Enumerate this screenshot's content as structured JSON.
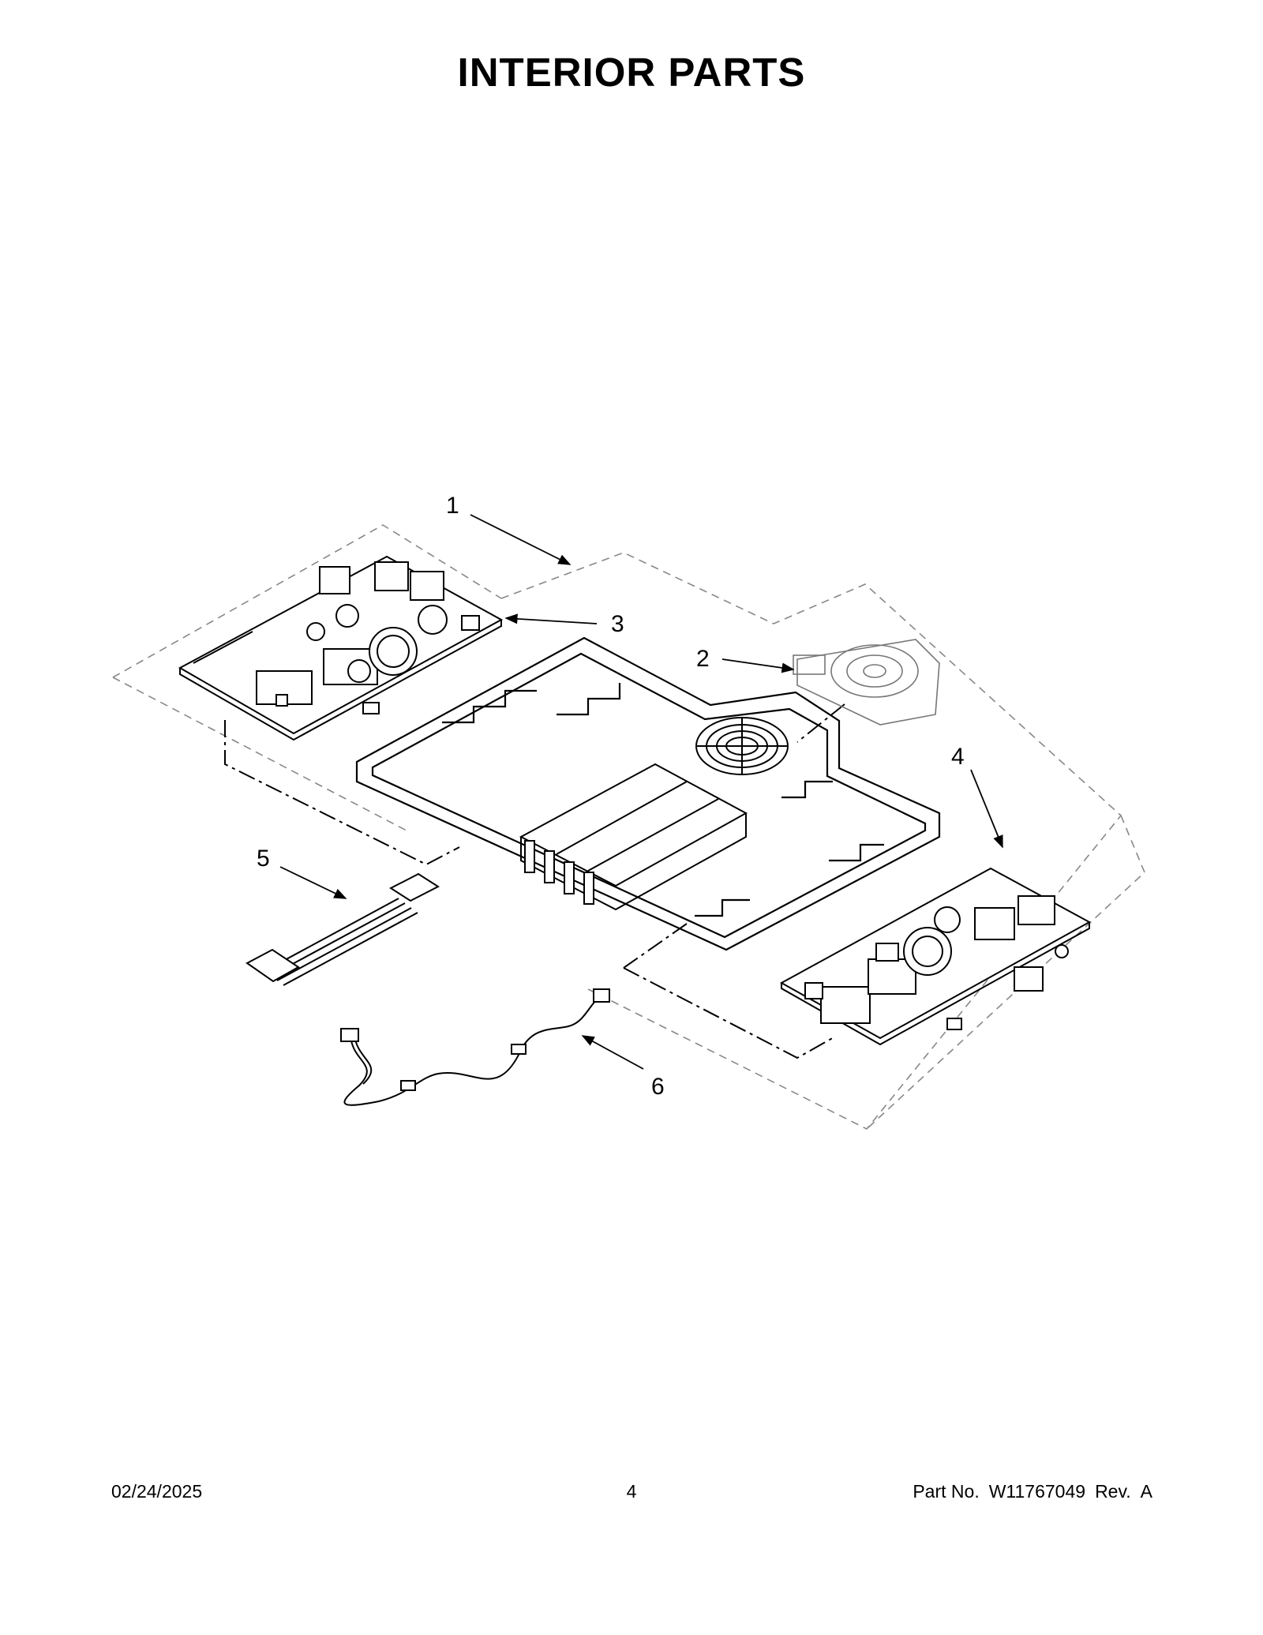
{
  "page": {
    "title": "INTERIOR PARTS"
  },
  "callouts": [
    {
      "id": "1",
      "label": "1"
    },
    {
      "id": "2",
      "label": "2"
    },
    {
      "id": "3",
      "label": "3"
    },
    {
      "id": "4",
      "label": "4"
    },
    {
      "id": "5",
      "label": "5"
    },
    {
      "id": "6",
      "label": "6"
    }
  ],
  "footer": {
    "date": "02/24/2025",
    "page_number": "4",
    "part_no_label": "Part No.",
    "part_no": "W11767049",
    "rev_label": "Rev.",
    "rev": "A"
  }
}
